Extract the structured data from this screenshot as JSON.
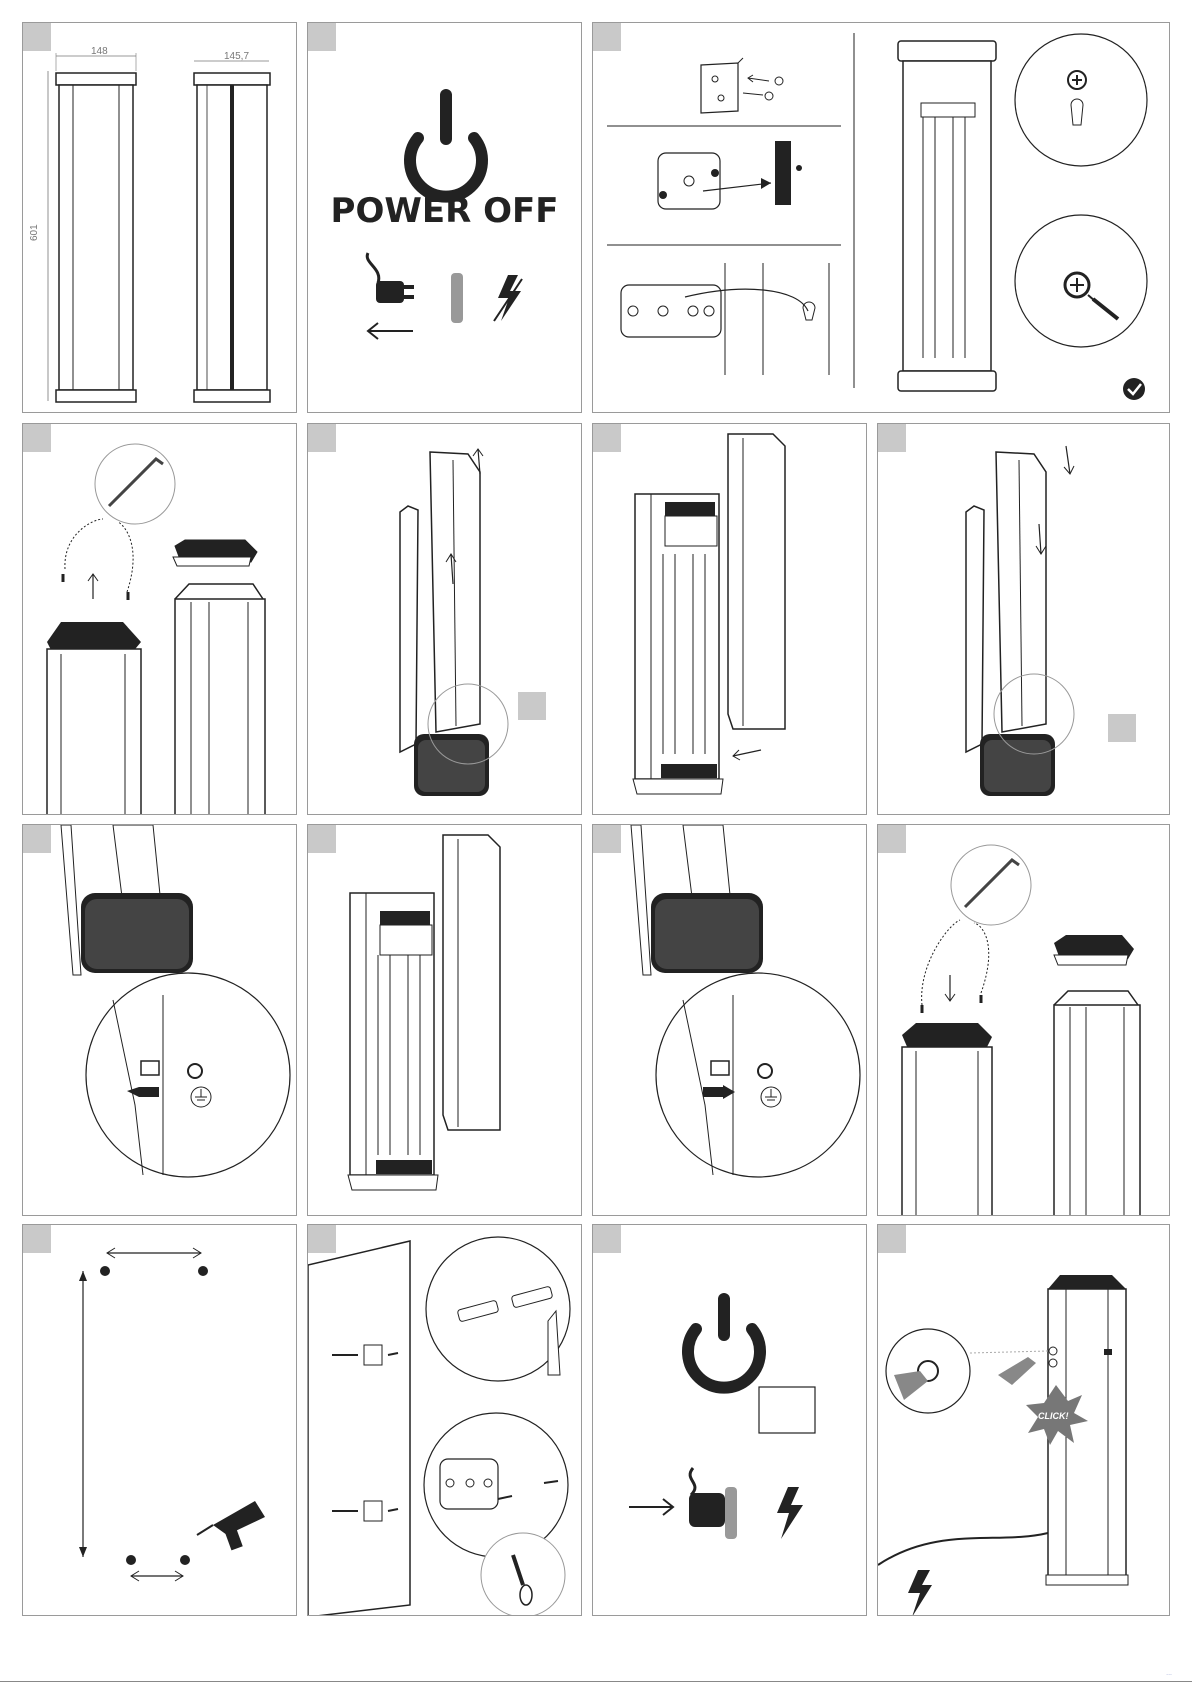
{
  "panel1": {
    "width_top_left": "148",
    "width_top_right": "145,7",
    "height_side": "601"
  },
  "panel2": {
    "title": "POWER OFF"
  },
  "panel16": {
    "click_label": "CLICK!"
  },
  "icons": {
    "power": "power-icon",
    "plug": "plug-icon",
    "lightning": "lightning-icon",
    "check": "check-circle-icon",
    "allen_key": "allen-key-icon",
    "drill": "drill-icon",
    "screwdriver": "screwdriver-icon",
    "ground": "ground-icon"
  },
  "footer": {
    "text": "..."
  }
}
